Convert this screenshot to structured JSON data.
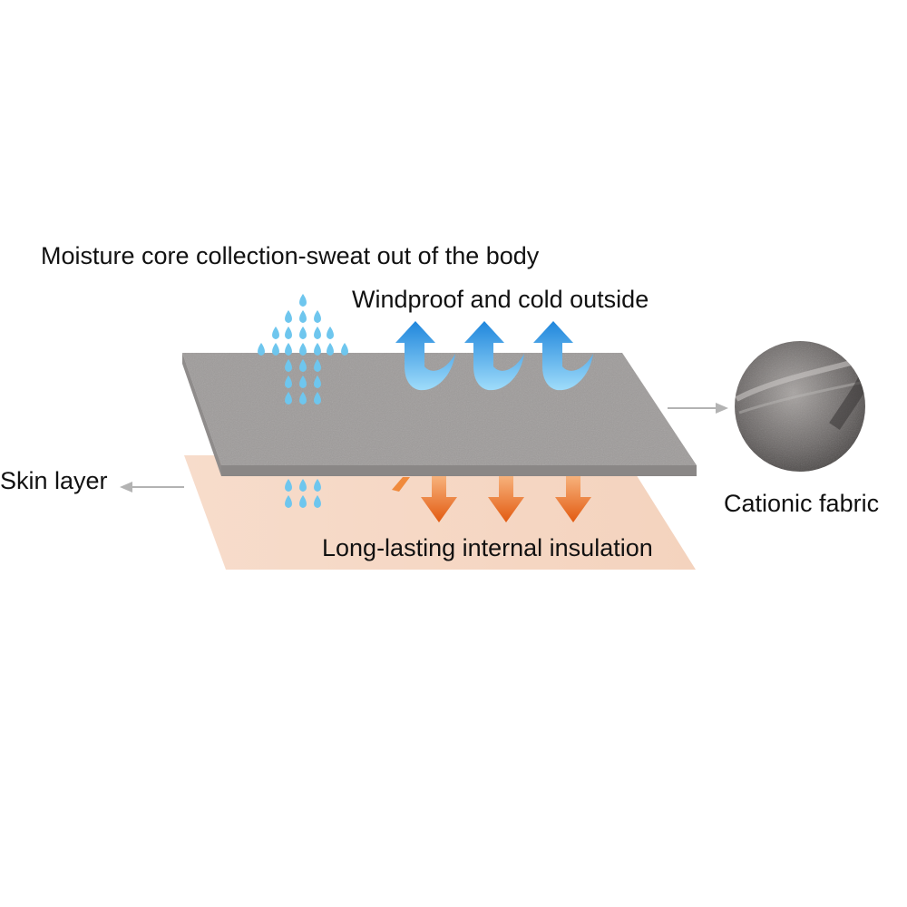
{
  "labels": {
    "moisture": "Moisture core collection-sweat out of the body",
    "windproof": "Windproof and cold outside",
    "skin_layer": "Skin layer",
    "cationic_fabric": "Cationic fabric",
    "insulation": "Long-lasting internal insulation"
  },
  "colors": {
    "fabric_layer": "#9b9897",
    "skin_layer": "#f6dccb",
    "water_drop": "#6ec6ee",
    "cold_arrow": "#2a93e0",
    "warm_arrow": "#e8651a",
    "pointer_arrow": "#b5b5b5",
    "fabric_closeup": "#6a6665"
  },
  "icons": {
    "water": "water-drop-icon",
    "cold": "curved-up-arrow-icon",
    "warm": "down-arrow-icon"
  }
}
